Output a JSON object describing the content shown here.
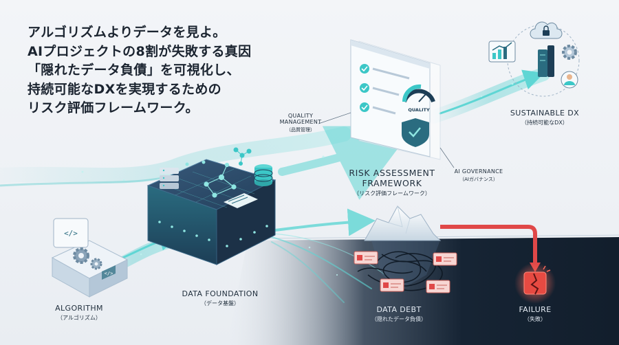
{
  "headline": {
    "lines": [
      "アルゴリズムよりデータを見よ。",
      "AIプロジェクトの8割が失敗する真因",
      "「隠れたデータ負債」を可視化し、",
      "持続可能なDXを実現するための",
      "リスク評価フレームワーク。"
    ]
  },
  "labels": {
    "algorithm": {
      "title": "ALGORITHM",
      "sub": "（アルゴリズム）"
    },
    "data_foundation": {
      "title": "DATA FOUNDATION",
      "sub": "（データ基盤）"
    },
    "data_debt": {
      "title": "DATA DEBT",
      "sub": "（隠れたデータ負債）"
    },
    "failure": {
      "title": "FAILURE",
      "sub": "（失敗）"
    },
    "quality_management": {
      "title1": "QUALITY",
      "title2": "MANAGEMENT",
      "sub": "（品質管理）"
    },
    "risk_framework": {
      "title1": "RISK ASSESSMENT",
      "title2": "FRAMEWORK",
      "sub": "（リスク評価フレームワーク）"
    },
    "ai_governance": {
      "title": "AI GOVERNANCE",
      "sub": "（AIガバナンス）"
    },
    "sustainable_dx": {
      "title": "SUSTAINABLE DX",
      "sub": "（持続可能なDX）"
    },
    "gauge_text": "QUALITY"
  },
  "colors": {
    "teal": "#3cc7c7",
    "teal_light": "#8fe6e2",
    "navy": "#1b2a3b",
    "danger": "#e04848",
    "cube_top": "#2f4d6a",
    "cube_side": "#1f3650"
  },
  "icons": [
    "code-icon",
    "gear-icon",
    "database-icon",
    "network-icon",
    "checkmark-icon",
    "gauge-icon",
    "shield-icon",
    "cloud-lock-icon",
    "chart-icon",
    "person-icon",
    "warning-icon",
    "broken-block-icon",
    "iceberg-icon"
  ]
}
